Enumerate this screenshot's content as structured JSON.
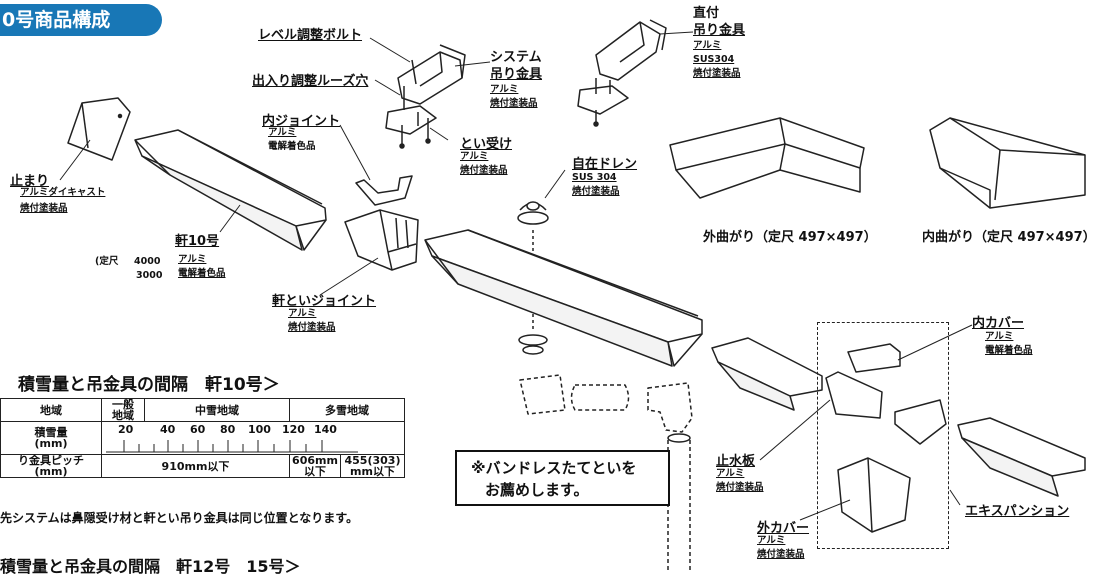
{
  "header": {
    "badge": "0号商品構成"
  },
  "parts": {
    "level_bolt": "レベル調整ボルト",
    "dejiri_hole": "出入り調整ルーズ穴",
    "system_hanger": {
      "name1": "システム",
      "name2": "吊り金具",
      "mat1": "アルミ",
      "mat2": "焼付塗装品"
    },
    "chokuzuke": {
      "name1": "直付",
      "name2": "吊り金具",
      "mat1": "アルミ",
      "mat2": "SUS304",
      "mat3": "焼付塗装品"
    },
    "inner_joint": {
      "name": "内ジョイント",
      "mat1": "アルミ",
      "mat2": "電解着色品"
    },
    "toi_uke": {
      "name": "とい受け",
      "mat1": "アルミ",
      "mat2": "焼付塗装品"
    },
    "jizai_drain": {
      "name": "自在ドレン",
      "mat1": "SUS 304",
      "mat2": "焼付塗装品"
    },
    "tomari": {
      "name": "止まり",
      "mat1": "アルミダイキャスト",
      "mat2": "焼付塗装品"
    },
    "noki10": {
      "name": "軒10号",
      "teishaku": "定尺",
      "len1": "4000",
      "len2": "3000",
      "mat1": "アルミ",
      "mat2": "電解着色品"
    },
    "nokitoi_joint": {
      "name": "軒といジョイント",
      "mat1": "アルミ",
      "mat2": "焼付塗装品"
    },
    "sotomagari": "外曲がり（定尺 497×497）",
    "uchimagari": "内曲がり（定尺 497×497）",
    "uchi_cover": {
      "name": "内カバー",
      "mat1": "アルミ",
      "mat2": "電解着色品"
    },
    "shisuiban": {
      "name": "止水板",
      "mat1": "アルミ",
      "mat2": "焼付塗装品"
    },
    "soto_cover": {
      "name": "外カバー",
      "mat1": "アルミ",
      "mat2": "焼付塗装品"
    },
    "expansion": "エキスパンション"
  },
  "recommend": {
    "line1": "※バンドレスたてといを",
    "line2": "お薦めします。"
  },
  "snow_section": {
    "heading": "積雪量と吊金具の間隔　軒10号＞",
    "table": {
      "col_area": "地域",
      "col_ippan1": "一般",
      "col_ippan2": "地域",
      "col_chusetsu": "中雪地域",
      "col_tasetsu": "多雪地域",
      "row1_label1": "積雪量",
      "row1_label2": "(mm)",
      "scale": [
        "20",
        "40",
        "60",
        "80",
        "100",
        "120",
        "140"
      ],
      "row2_label1": "り金具ピッチ",
      "row2_label2": "(mm)",
      "pitch1": "910mm以下",
      "pitch2a": "606mm",
      "pitch2b": "以下",
      "pitch3a": "455(303)",
      "pitch3b": "mm以下"
    },
    "note": "先システムは鼻隠受け材と軒とい吊り金具は同じ位置となります。",
    "heading2": "積雪量と吊金具の間隔　軒12号　15号＞"
  }
}
